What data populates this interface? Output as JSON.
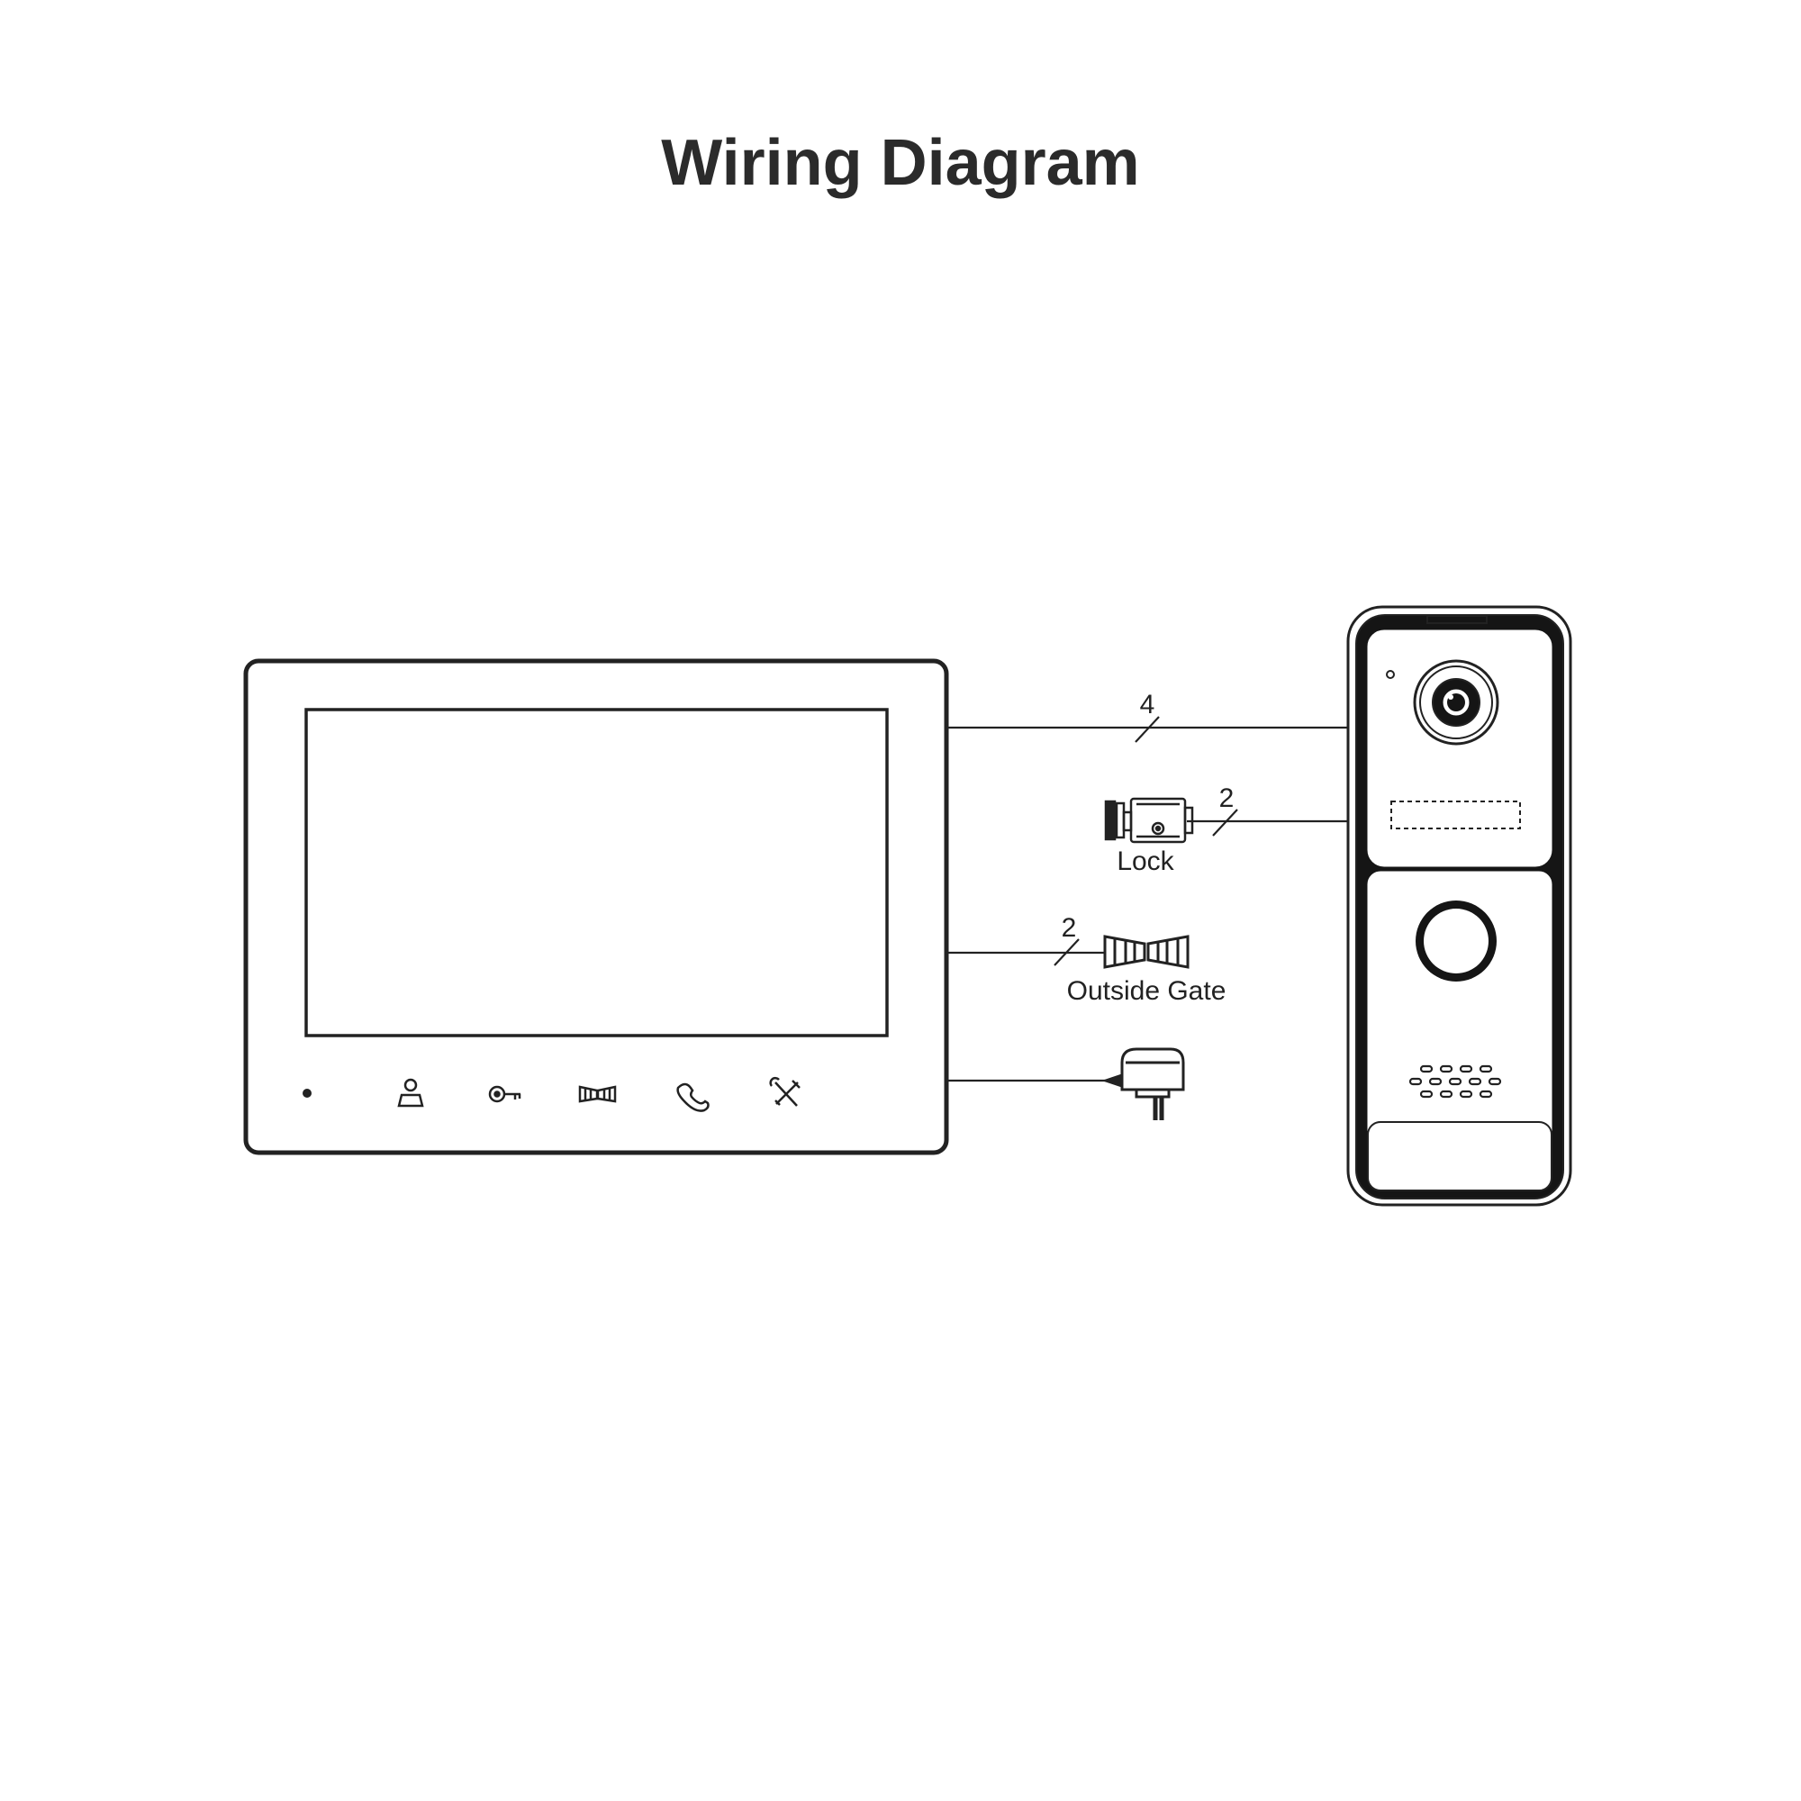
{
  "title": "Wiring Diagram",
  "connections": {
    "camera": {
      "wire_count": "4"
    },
    "lock": {
      "wire_count": "2",
      "label": "Lock"
    },
    "gate": {
      "wire_count": "2",
      "label": "Outside Gate"
    }
  },
  "monitor_buttons": [
    "dot-icon",
    "user-icon",
    "key-icon",
    "gate-icon",
    "phone-icon",
    "tools-icon"
  ]
}
